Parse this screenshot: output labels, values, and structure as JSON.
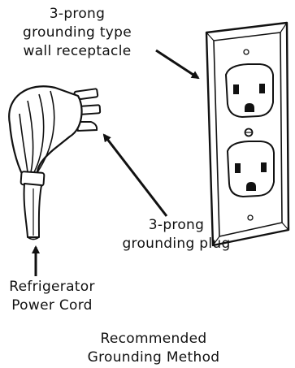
{
  "labels": {
    "receptacle": [
      "3-prong",
      "grounding type",
      "wall receptacle"
    ],
    "plug": [
      "3-prong",
      "grounding plug"
    ],
    "cord": [
      "Refrigerator",
      "Power Cord"
    ],
    "caption": [
      "Recommended",
      "Grounding Method"
    ]
  },
  "colors": {
    "ink": "#111111",
    "background": "#ffffff"
  }
}
